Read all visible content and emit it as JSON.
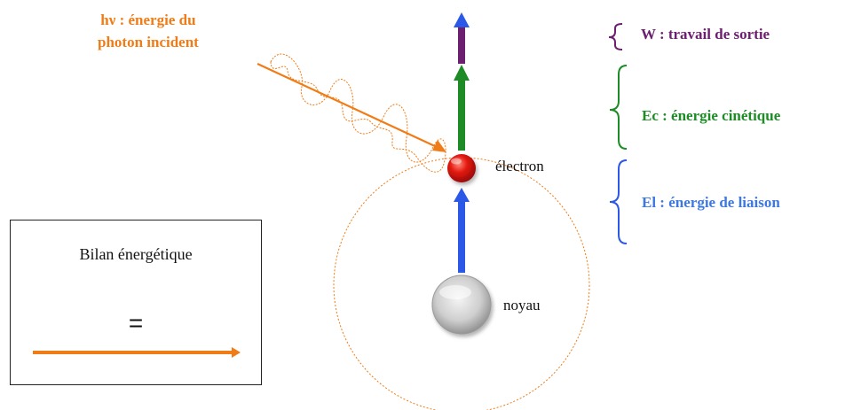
{
  "labels": {
    "photon_line1": "hν : énergie du",
    "photon_line2": "photon incident",
    "work_function": "W : travail de sortie",
    "kinetic_energy": "Ec : énergie cinétique",
    "binding_energy": "El : énergie de liaison",
    "electron": "électron",
    "nucleus": "noyau"
  },
  "bilan": {
    "title": "Bilan énergétique",
    "equals": "="
  },
  "colors": {
    "photon": "#f07c17",
    "work_function": "#6c1f6f",
    "kinetic_energy": "#1e8c26",
    "binding_energy": "#2b58e6",
    "electron": "#e01010",
    "nucleus": "#c8c8c8"
  }
}
